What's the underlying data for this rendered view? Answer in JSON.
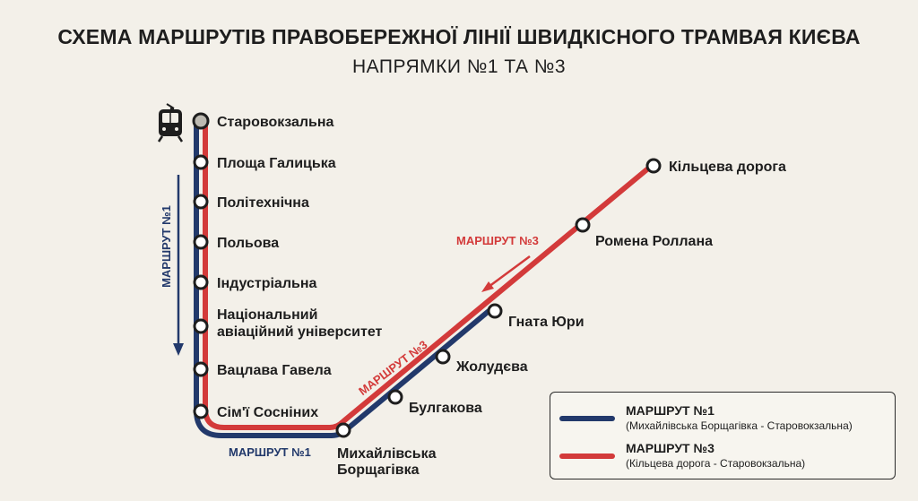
{
  "header": {
    "title": "СХЕМА МАРШРУТІВ ПРАВОБЕРЕЖНОЇ ЛІНІЇ ШВИДКІСНОГО ТРАМВАЯ КИЄВА",
    "subtitle": "НАПРЯМКИ №1 ТА №3"
  },
  "colors": {
    "route1": "#22396b",
    "route3": "#d33a3a",
    "background": "#f3f0e9",
    "text": "#1e1e1e"
  },
  "stations": {
    "starovokzalna": "Старовокзальна",
    "ploshcha_halytska": "Площа Галицька",
    "politekhnichna": "Політехнічна",
    "polova": "Польова",
    "industrialna": "Індустріальна",
    "nau_line1": "Національний",
    "nau_line2": "авіаційний університет",
    "havela": "Вацлава Гавела",
    "simi_sosninykh": "Сім'ї Сосніних",
    "borshchahivka_line1": "Михайлівська",
    "borshchahivka_line2": "Борщагівка",
    "bulhakova": "Булгакова",
    "zholudieva": "Жолудєва",
    "hnata_yury": "Гната Юри",
    "romena_rollana": "Ромена Роллана",
    "kiltseva_doroha": "Кільцева дорога"
  },
  "route_labels": {
    "route1_vertical": "МАРШРУТ №1",
    "route1_bottom": "МАРШРУТ №1",
    "route3_upper": "МАРШРУТ №3",
    "route3_lower": "МАРШРУТ №3"
  },
  "legend": {
    "route1_name": "МАРШРУТ №1",
    "route1_desc": "(Михайлівська Борщагівка - Старовокзальна)",
    "route3_name": "МАРШРУТ №3",
    "route3_desc": "(Кільцева дорога - Старовокзальна)"
  },
  "icons": {
    "terminus": "tram-icon"
  }
}
